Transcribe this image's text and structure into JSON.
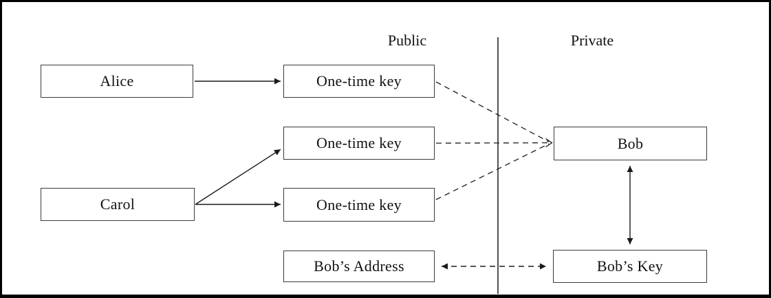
{
  "diagram": {
    "region_labels": {
      "public": "Public",
      "private": "Private"
    },
    "nodes": {
      "alice": {
        "label": "Alice"
      },
      "carol": {
        "label": "Carol"
      },
      "otk1": {
        "label": "One-time key"
      },
      "otk2": {
        "label": "One-time key"
      },
      "otk3": {
        "label": "One-time key"
      },
      "bobs_address": {
        "label": "Bob’s Address"
      },
      "bob": {
        "label": "Bob"
      },
      "bobs_key": {
        "label": "Bob’s Key"
      }
    },
    "edges": [
      {
        "from": "alice",
        "to": "otk1",
        "style": "solid-arrow"
      },
      {
        "from": "carol",
        "to": "otk2",
        "style": "solid-arrow"
      },
      {
        "from": "carol",
        "to": "otk3",
        "style": "solid-arrow"
      },
      {
        "from": "otk1",
        "to": "bob",
        "style": "dashed-arrow"
      },
      {
        "from": "otk2",
        "to": "bob",
        "style": "dashed-arrow"
      },
      {
        "from": "otk3",
        "to": "bob",
        "style": "dashed-arrow"
      },
      {
        "from": "bob",
        "to": "bobs_key",
        "style": "solid-double-arrow"
      },
      {
        "from": "bobs_address",
        "to": "bobs_key",
        "style": "dashed-double-arrow"
      }
    ],
    "divider": {
      "orientation": "vertical",
      "separates": [
        "Public",
        "Private"
      ]
    },
    "colors": {
      "background": "#ffffff",
      "frame": "#000000",
      "box_border": "#3a3a3a",
      "line": "#1a1a1a",
      "text": "#111111"
    }
  }
}
